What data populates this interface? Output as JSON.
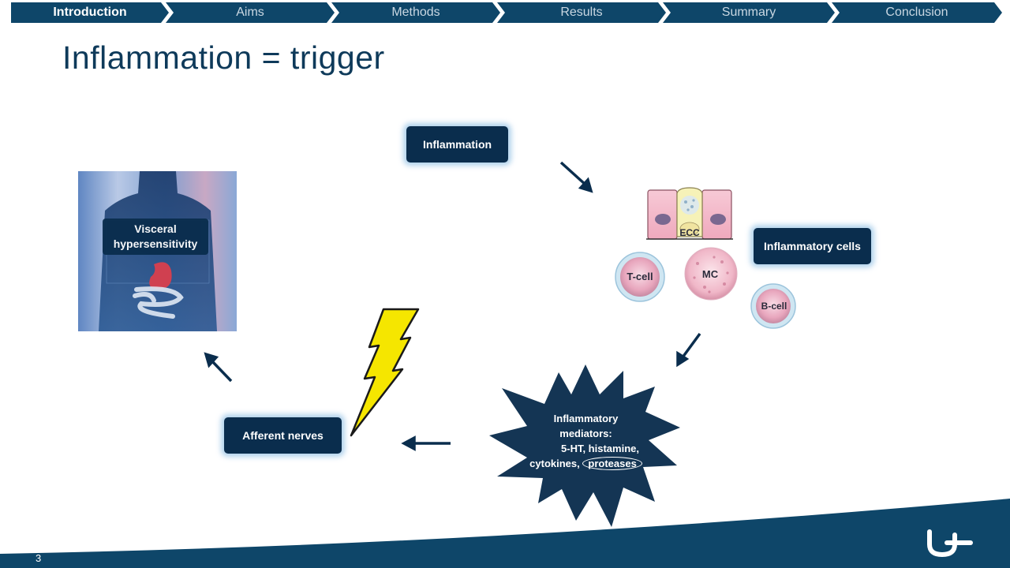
{
  "nav": {
    "tabs": [
      {
        "label": "Introduction",
        "active": true
      },
      {
        "label": "Aims",
        "active": false
      },
      {
        "label": "Methods",
        "active": false
      },
      {
        "label": "Results",
        "active": false
      },
      {
        "label": "Summary",
        "active": false
      },
      {
        "label": "Conclusion",
        "active": false
      }
    ]
  },
  "slide": {
    "title": "Inflammation = trigger",
    "page_number": "3"
  },
  "diagram": {
    "inflammation_label": "Inflammation",
    "inflammatory_cells_label": "Inflammatory cells",
    "visceral_label_line1": "Visceral",
    "visceral_label_line2": "hypersensitivity",
    "afferent_nerves_label": "Afferent nerves",
    "cells": {
      "ecc": "ECC",
      "tcell": "T-cell",
      "mc": "MC",
      "bcell": "B-cell"
    },
    "mediators": {
      "line1": "Inflammatory",
      "line2": "mediators:",
      "line3": "5-HT, histamine,",
      "line4_prefix": "cytokines,",
      "line4_circled": "proteases"
    }
  },
  "colors": {
    "navy": "#0a2d4d",
    "nav_blue": "#0e4669",
    "title_blue": "#0e3a5a",
    "lightning": "#f5e600",
    "cell_pink": "#f3b8cc"
  },
  "icons": {
    "logo": "university-logo",
    "lightning": "lightning-bolt-icon"
  }
}
